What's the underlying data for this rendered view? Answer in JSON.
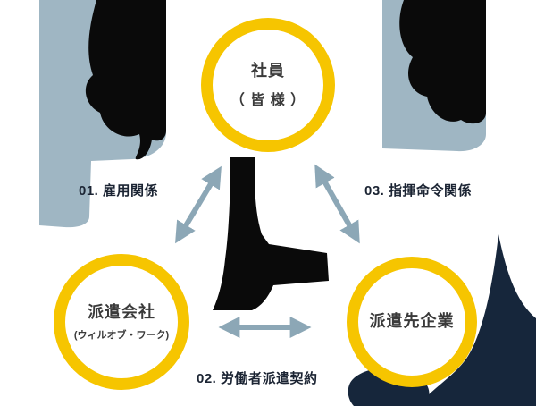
{
  "diagram": {
    "nodes": {
      "employee": {
        "title": "社員",
        "subtitle": "（ 皆 様 ）"
      },
      "agency": {
        "title": "派遣会社",
        "subtitle": "(ウィルオブ・ワーク)"
      },
      "client": {
        "title": "派遣先企業"
      }
    },
    "relationships": {
      "employment": "01. 雇用関係",
      "command": "03. 指揮命令関係",
      "contract": "02. 労働者派遣契約"
    },
    "colors": {
      "ring": "#F6C500",
      "arrow": "#8CA7B6",
      "label_text": "#1B2433",
      "silhouette_blue": "#9FB6C3",
      "silhouette_black": "#0A0A0A",
      "silhouette_navy": "#16263B"
    }
  }
}
